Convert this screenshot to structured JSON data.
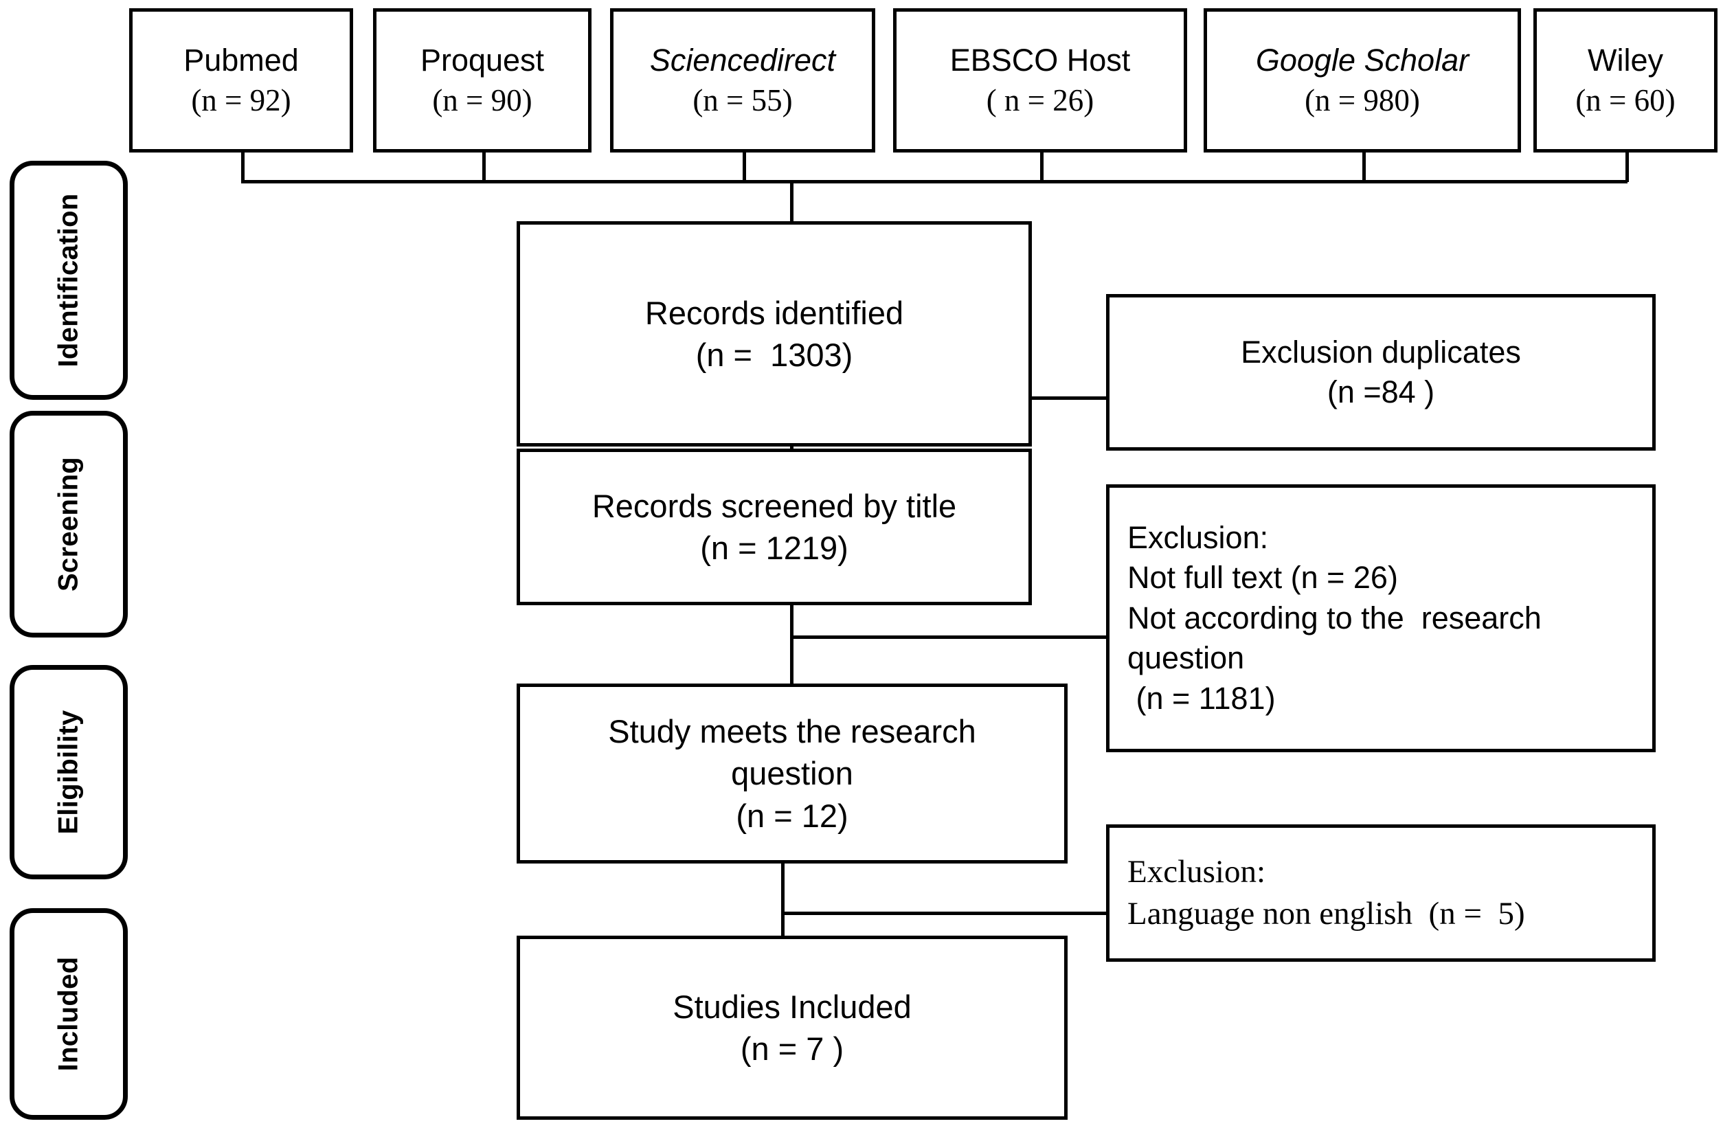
{
  "diagram": {
    "title": "PRISMA study selection flow diagram",
    "line_color": "#000000",
    "background_color": "#ffffff"
  },
  "stages": [
    {
      "label": "Identification"
    },
    {
      "label": "Screening"
    },
    {
      "label": "Eligibility"
    },
    {
      "label": "Included"
    }
  ],
  "sources": [
    {
      "name": "Pubmed",
      "count_text": "(n = 92)",
      "italic": false
    },
    {
      "name": "Proquest",
      "count_text": "(n = 90)",
      "italic": false
    },
    {
      "name": "Sciencedirect",
      "count_text": "(n = 55)",
      "italic": true
    },
    {
      "name": "EBSCO Host",
      "count_text": "( n = 26)",
      "italic": false
    },
    {
      "name": "Google Scholar",
      "count_text": "(n = 980)",
      "italic": true
    },
    {
      "name": "Wiley",
      "count_text": "(n = 60)",
      "italic": false
    }
  ],
  "flow": {
    "identified": {
      "line1": "Records identified",
      "line2": "(n =  1303)"
    },
    "screened": {
      "line1": "Records screened by title",
      "line2": "(n = 1219)"
    },
    "meets": {
      "line1": "Study meets the research",
      "line2": "question",
      "line3": "(n = 12)"
    },
    "included": {
      "line1": "Studies Included",
      "line2": "(n = 7 )"
    }
  },
  "exclusions": {
    "duplicates": {
      "line1": "Exclusion duplicates",
      "line2": "(n =84 )"
    },
    "screening": {
      "line1": "Exclusion:",
      "line2": "Not full text (n = 26)",
      "line3": "Not according to the  research",
      "line4": "question",
      "line5": " (n = 1181)"
    },
    "language": {
      "line1": "Exclusion:",
      "line2": "Language non english  (n =  5)"
    }
  }
}
